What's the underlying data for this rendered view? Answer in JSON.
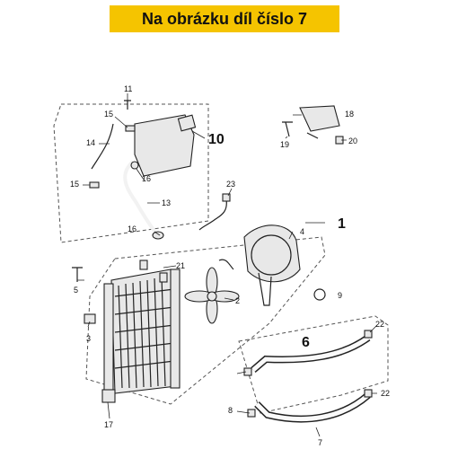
{
  "banner": {
    "text": "Na obrázku díl číslo 7"
  },
  "callouts": {
    "c1": "1",
    "c2": "2",
    "c3": "3",
    "c4": "4",
    "c5": "5",
    "c6": "6",
    "c7": "7",
    "c8": "8",
    "c9": "9",
    "c10": "10",
    "c11": "11",
    "c13": "13",
    "c14": "14",
    "c15a": "15",
    "c15b": "15",
    "c16a": "16",
    "c16b": "16",
    "c17": "17",
    "c18": "18",
    "c19": "19",
    "c20": "20",
    "c21": "21",
    "c22a": "22",
    "c22b": "22",
    "c23": "23"
  }
}
